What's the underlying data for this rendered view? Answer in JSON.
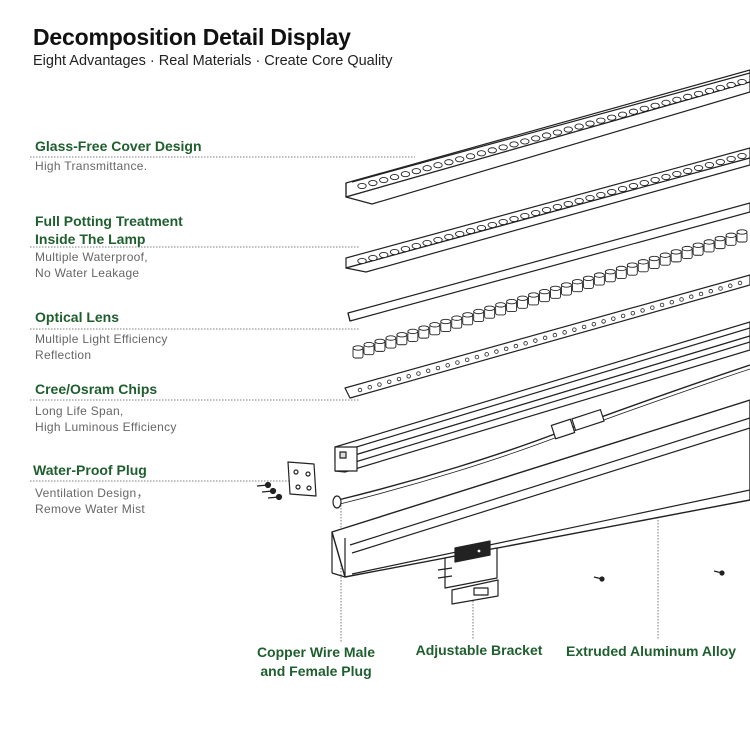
{
  "header": {
    "title": "Decomposition Detail Display",
    "subtitle": "Eight Advantages · Real Materials · Create Core Quality"
  },
  "features": [
    {
      "title": "Glass-Free Cover Design",
      "desc": [
        "High Transmittance."
      ]
    },
    {
      "title": "Full Potting Treatment",
      "title2": "Inside The Lamp",
      "desc": [
        "Multiple Waterproof,",
        "No Water Leakage"
      ]
    },
    {
      "title": "Optical Lens",
      "desc": [
        "Multiple Light Efficiency",
        "Reflection"
      ]
    },
    {
      "title": "Cree/Osram Chips",
      "desc": [
        "Long Life Span,",
        "High Luminous Efficiency"
      ]
    },
    {
      "title": "Water-Proof Plug",
      "desc": [
        "Ventilation Design，",
        "Remove  Water Mist"
      ]
    }
  ],
  "bottom_labels": {
    "copper_wire_1": "Copper Wire Male",
    "copper_wire_2": "and Female Plug",
    "bracket": "Adjustable Bracket",
    "aluminum": "Extruded Aluminum  Alloy"
  },
  "colors": {
    "label_green": "#1f5e2e",
    "desc_gray": "#666666",
    "line_art": "#222222"
  }
}
